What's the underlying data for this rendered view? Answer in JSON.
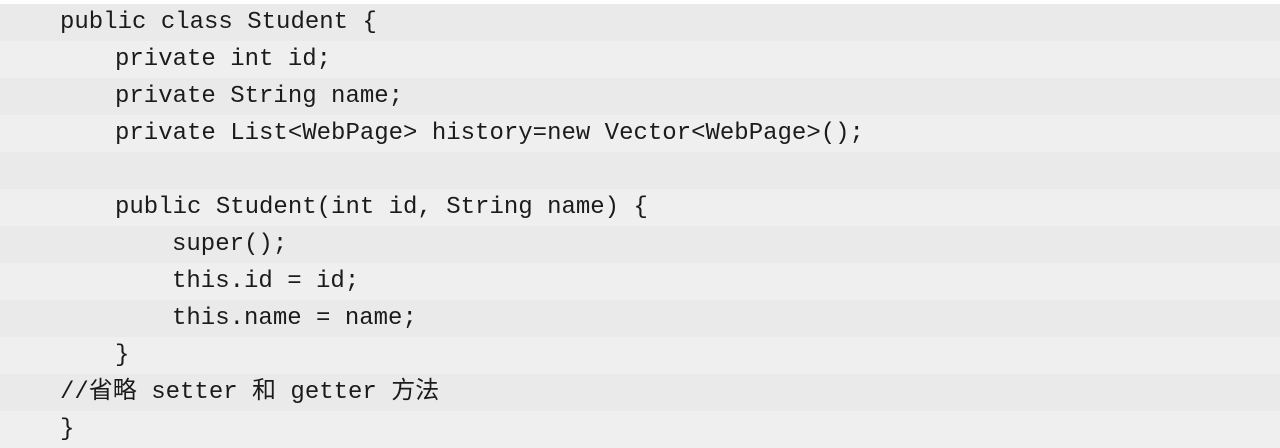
{
  "code": {
    "lines": [
      "public class Student {",
      "private int id;",
      "private String name;",
      "private List<WebPage> history=new Vector<WebPage>();",
      "",
      "public Student(int id, String name) {",
      "super();",
      "this.id = id;",
      "this.name = name;",
      "}",
      "//省略 setter 和 getter 方法",
      "}"
    ]
  }
}
